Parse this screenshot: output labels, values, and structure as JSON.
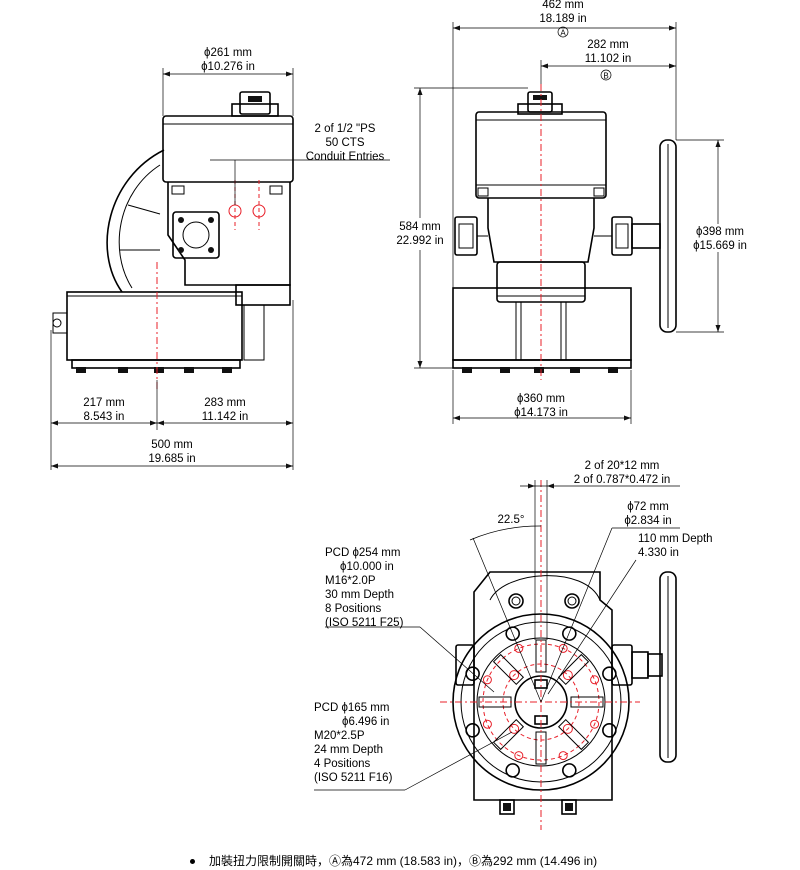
{
  "side_view": {
    "top_dia_mm": "ϕ261 mm",
    "top_dia_in": "ϕ10.276 in",
    "conduit_line1": "2 of 1/2 \"PS",
    "conduit_line2": "50 CTS",
    "conduit_line3": "Conduit Entries",
    "left_mm": "217 mm",
    "left_in": "8.543 in",
    "right_mm": "283 mm",
    "right_in": "11.142 in",
    "total_mm": "500 mm",
    "total_in": "19.685 in"
  },
  "front_view": {
    "a_mm": "462 mm",
    "a_in": "18.189 in",
    "a_marker": "A",
    "b_mm": "282 mm",
    "b_in": "11.102 in",
    "b_marker": "B",
    "height_mm": "584 mm",
    "height_in": "22.992 in",
    "wheel_mm": "ϕ398 mm",
    "wheel_in": "ϕ15.669 in",
    "base_mm": "ϕ360 mm",
    "base_in": "ϕ14.173 in"
  },
  "bottom_view": {
    "key_line1": "2 of 20*12 mm",
    "key_line2": "2 of 0.787*0.472 in",
    "angle": "22.5°",
    "bore_mm": "ϕ72 mm",
    "bore_in": "ϕ2.834 in",
    "depth_mm": "110 mm Depth",
    "depth_in": "4.330 in",
    "pcd1": [
      "PCD ϕ254 mm",
      "ϕ10.000 in",
      "M16*2.0P",
      "30 mm Depth",
      "8 Positions",
      "(ISO 5211 F25)"
    ],
    "pcd2": [
      "PCD ϕ165 mm",
      "ϕ6.496 in",
      "M20*2.5P",
      "24 mm Depth",
      "4 Positions",
      "(ISO 5211 F16)"
    ]
  },
  "footnote": "加裝扭力限制開關時，Ⓐ為472 mm (18.583 in)，Ⓑ為292 mm (14.496 in)",
  "colors": {
    "centerline": "#e8202a",
    "line": "#000000"
  }
}
